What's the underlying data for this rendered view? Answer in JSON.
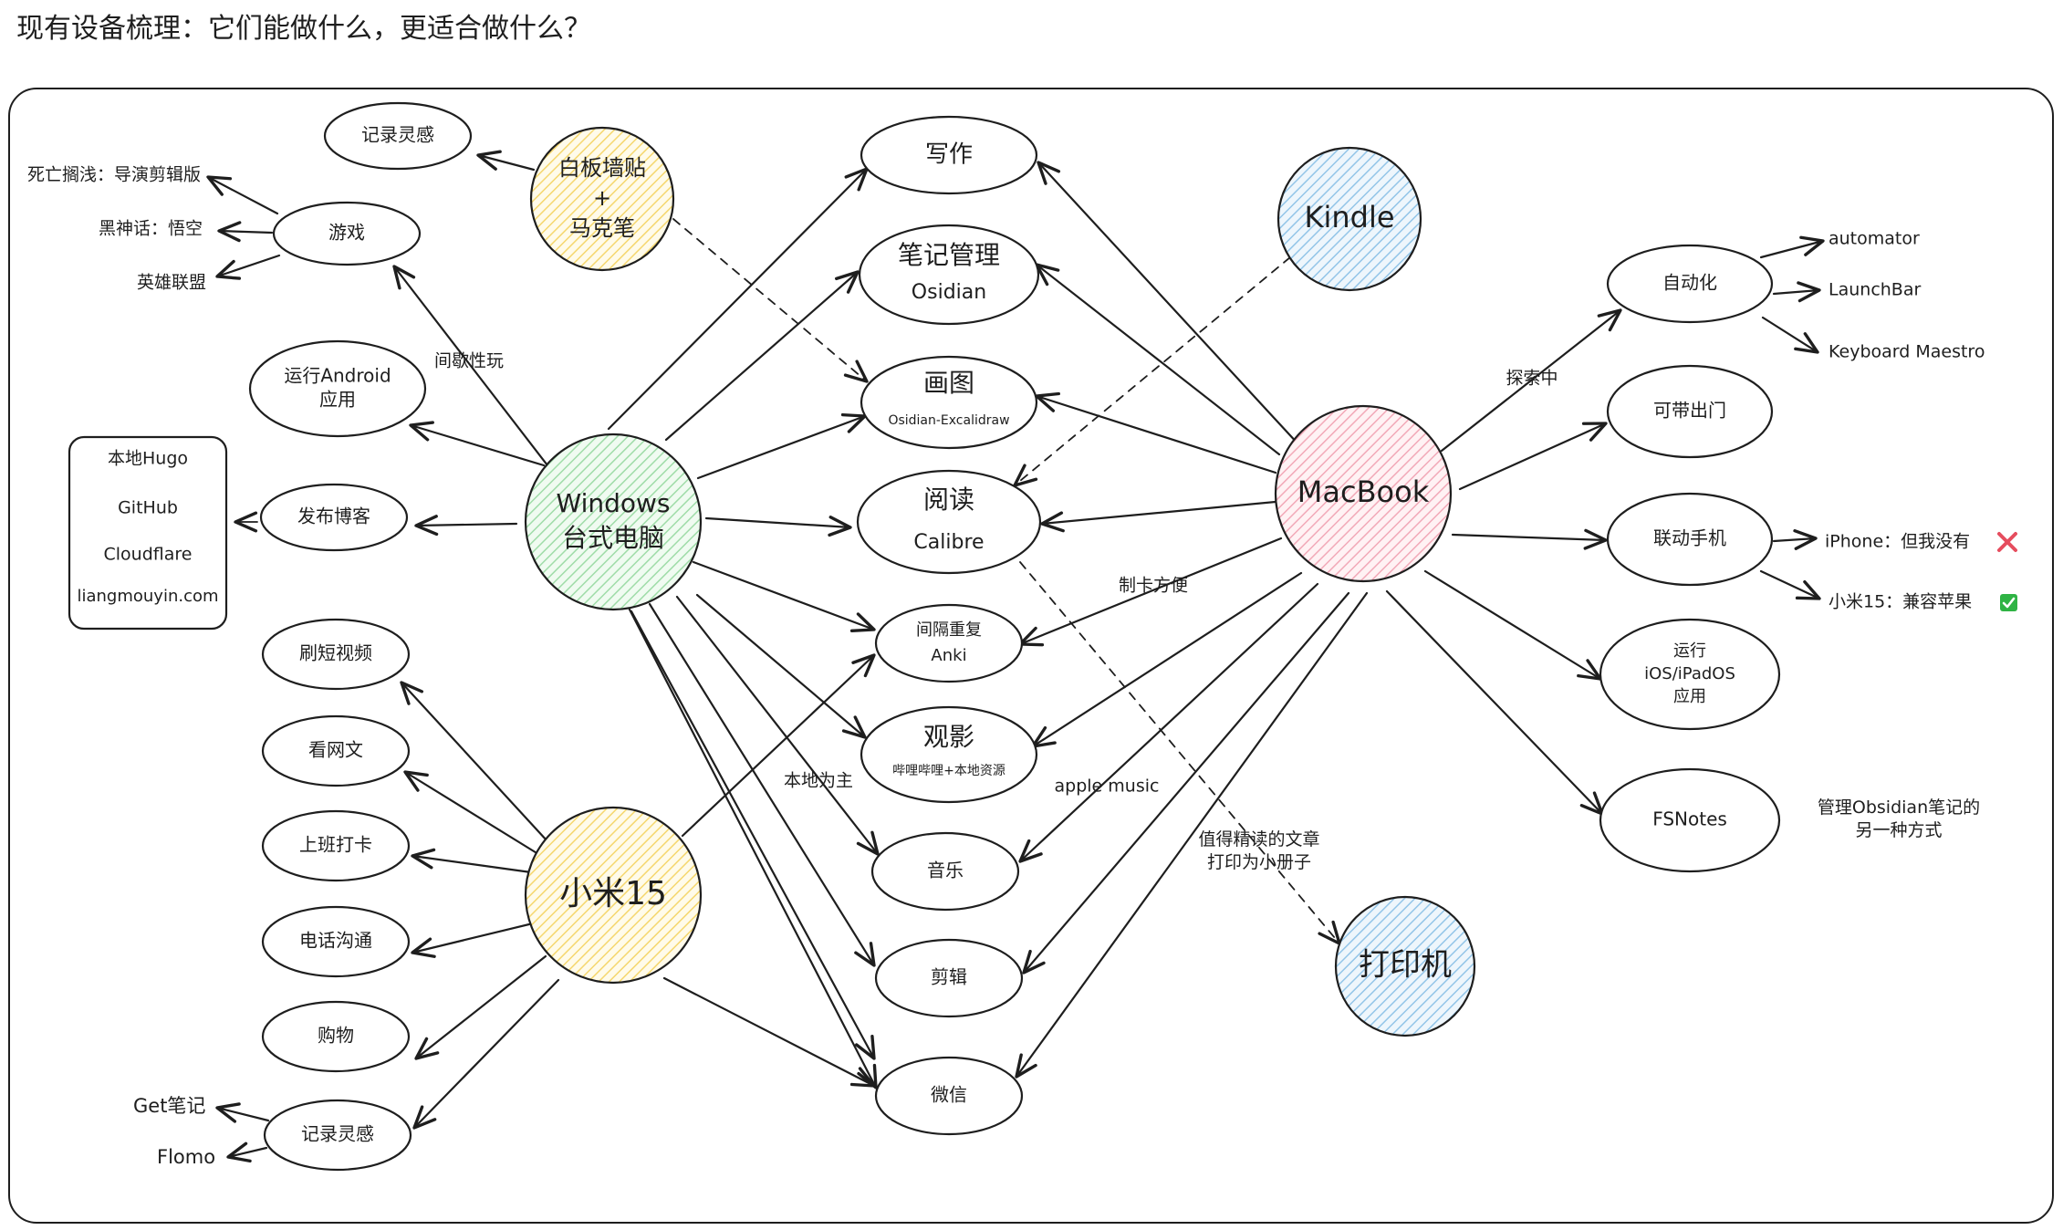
{
  "title": "现有设备梳理：它们能做什么，更适合做什么？",
  "colors": {
    "stroke": "#1e1e1e",
    "yellow": "#f5d76e",
    "green": "#9fdca8",
    "pink": "#f2a9b8",
    "blue": "#93c5e8",
    "link_red": "#e03131",
    "cross_red": "#e64d5e",
    "check_green": "#2fb344"
  },
  "devices": {
    "windows": "Windows\n台式电脑",
    "macbook": "MacBook",
    "xiaomi": "小米15",
    "kindle": "Kindle",
    "printer": "打印机",
    "whiteboard": "白板墙贴\n+\n马克笔"
  },
  "center": {
    "writing": "写作",
    "notes": "笔记管理\nOsidian",
    "drawing": "画图\nOsidian-Excalidraw",
    "reading": "阅读\nCalibre",
    "anki": "间隔重复\nAnki",
    "video": "观影\n哔哩哔哩+本地资源",
    "music": "音乐",
    "edit": "剪辑",
    "wechat": "微信"
  },
  "left": {
    "inspire_top": "记录灵感",
    "games": "游戏",
    "android": "运行Android\n应用",
    "blog": "发布博客",
    "short_video": "刷短视频",
    "web_novel": "看网文",
    "clock_in": "上班打卡",
    "phone_call": "电话沟通",
    "shopping": "购物",
    "inspire_bottom": "记录灵感"
  },
  "games_list": [
    "死亡搁浅：导演剪辑版",
    "黑神话：悟空",
    "英雄联盟"
  ],
  "blog_pipeline": [
    "本地Hugo",
    "GitHub",
    "Cloudflare",
    "liangmouyin.com"
  ],
  "inspire_apps": [
    "Get笔记",
    "Flomo"
  ],
  "right": {
    "automation": "自动化",
    "portable": "可带出门",
    "phone_link": "联动手机",
    "ios_apps": "运行\niOS/iPadOS\n应用",
    "fsnotes": "FSNotes"
  },
  "automation_apps": [
    "automator",
    "LaunchBar",
    "Keyboard Maestro"
  ],
  "phone_options": [
    {
      "text": "iPhone：但我没有",
      "mark": "cross"
    },
    {
      "text": "小米15：兼容苹果",
      "mark": "check"
    }
  ],
  "fsnotes_note": "管理Obsidian笔记的\n另一种方式",
  "edge_labels": {
    "occasional": "间歇性玩",
    "exploring": "探索中",
    "card_making": "制卡方便",
    "local_first": "本地为主",
    "apple_music": "apple music",
    "print_note": "值得精读的文章\n打印为小册子"
  }
}
